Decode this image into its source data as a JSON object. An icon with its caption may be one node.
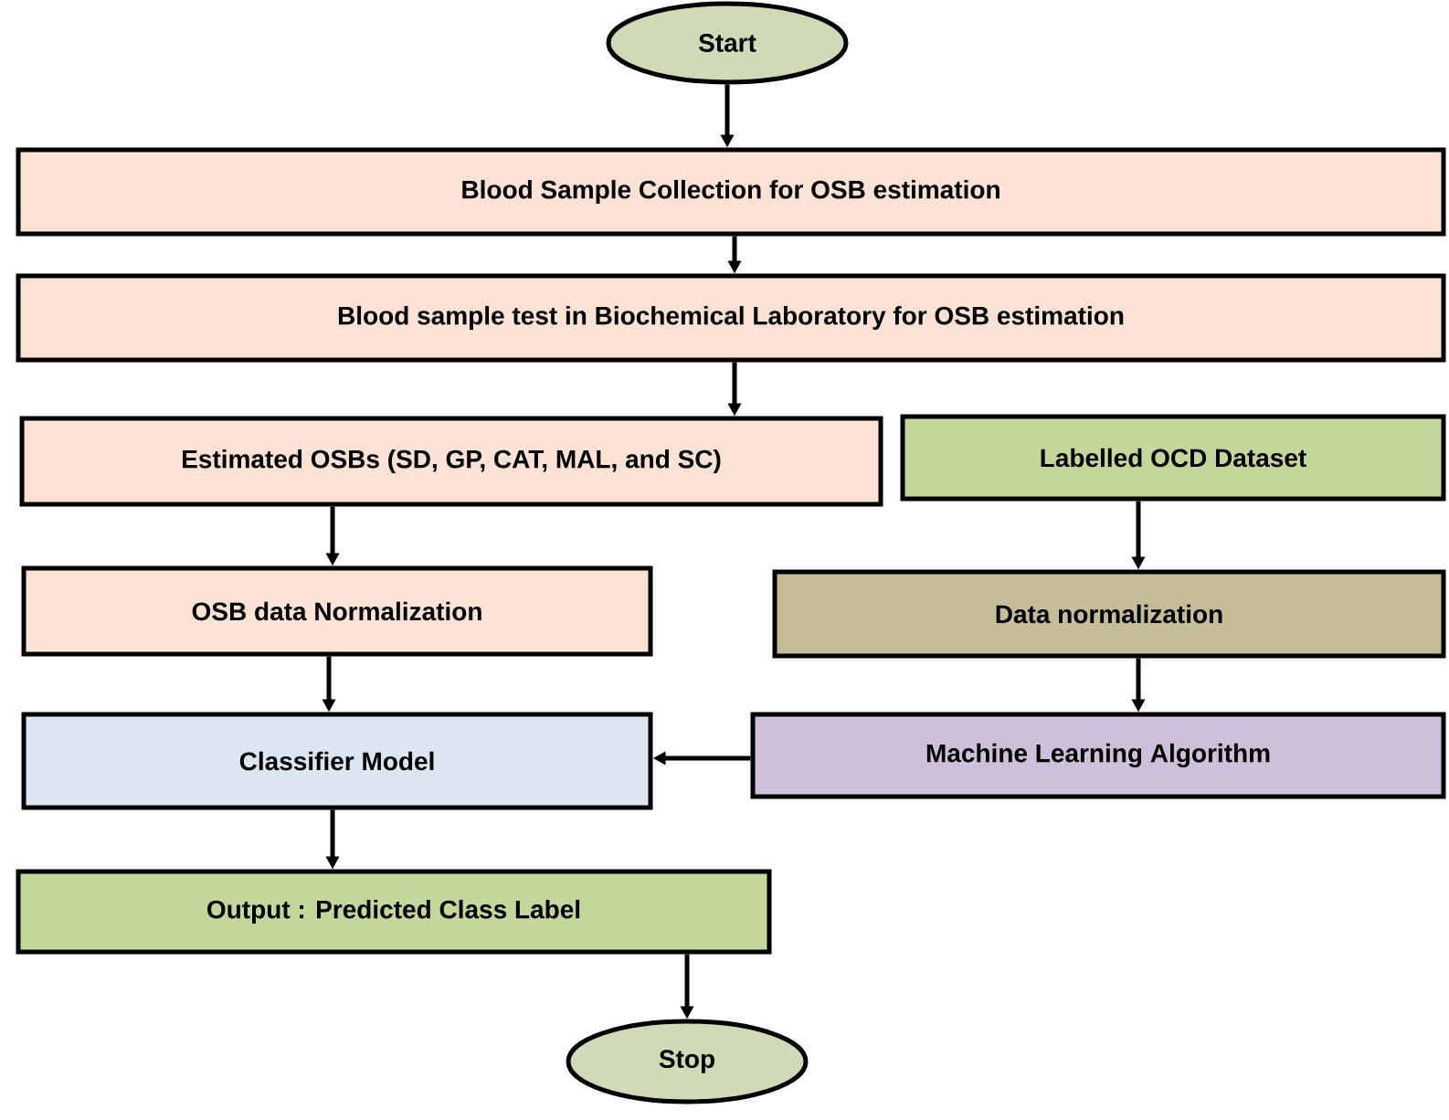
{
  "diagram": {
    "nodes": [
      {
        "text": [
          "Start"
        ]
      },
      {
        "text": [
          "Blood Sample Collection for OSB estimation"
        ]
      },
      {
        "text": [
          "Blood sample test in Biochemical Laboratory for OSB estimation"
        ]
      },
      {
        "text": [
          "Estimated OSBs (SD, GP, CAT, MAL, and SC)"
        ]
      },
      {
        "text": [
          "Labelled OCD  Dataset"
        ]
      },
      {
        "text": [
          "OSB data Normalization"
        ]
      },
      {
        "text": [
          "Data normalization"
        ]
      },
      {
        "text": [
          "Classifier Model"
        ]
      },
      {
        "text": [
          "Machine Learning Algorithm"
        ]
      },
      {
        "text": [
          "Output : Predicted Class Label"
        ]
      },
      {
        "text": [
          "Stop"
        ]
      }
    ],
    "edges": [
      {
        "from": 0,
        "to": 1,
        "arrow": "to"
      },
      {
        "from": 1,
        "to": 2,
        "arrow": "to"
      },
      {
        "from": 2,
        "to": 3,
        "arrow": "to"
      },
      {
        "from": 3,
        "to": 5,
        "arrow": "to"
      },
      {
        "from": 4,
        "to": 6,
        "arrow": "to"
      },
      {
        "from": 6,
        "to": 8,
        "arrow": "to"
      },
      {
        "from": 5,
        "to": 7,
        "arrow": "to"
      },
      {
        "from": 8,
        "to": 7,
        "arrow": "to"
      },
      {
        "from": 7,
        "to": 9,
        "arrow": "to"
      },
      {
        "from": 9,
        "to": 10,
        "arrow": "to"
      }
    ]
  }
}
